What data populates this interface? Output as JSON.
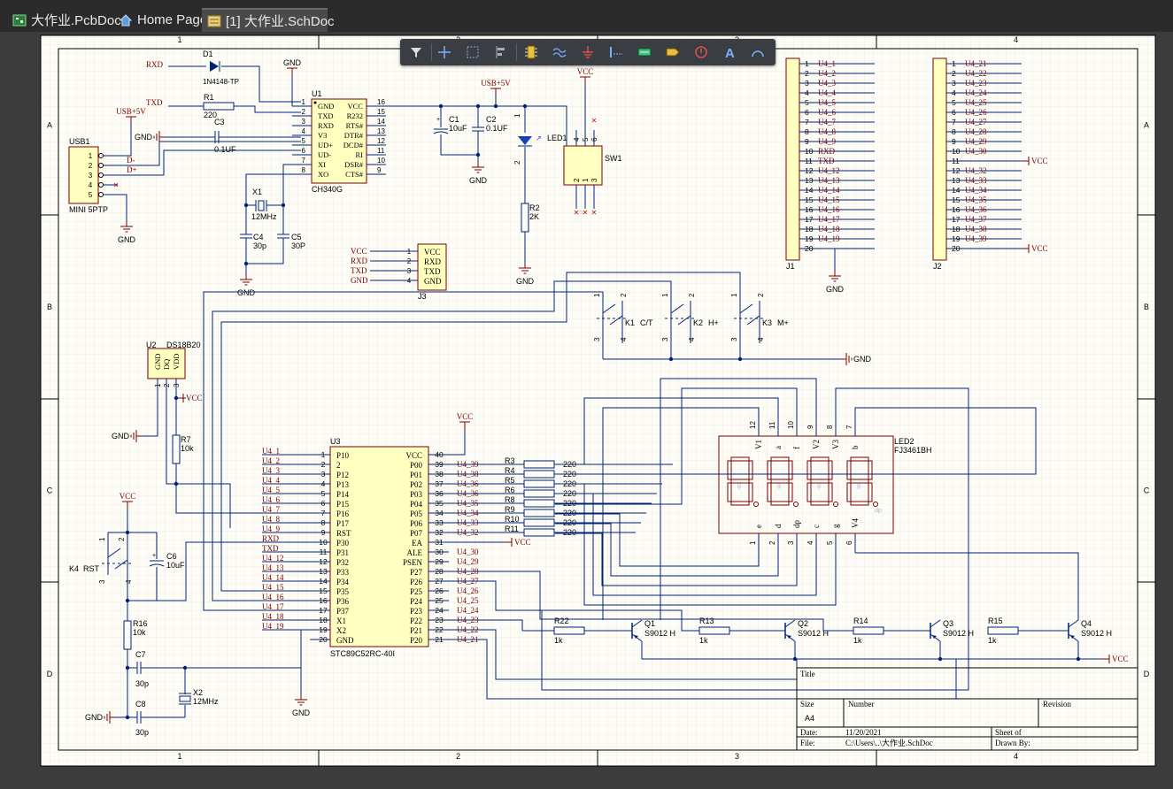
{
  "tabs": [
    {
      "label": "大作业.PcbDoc",
      "icon": "pcb-doc-icon"
    },
    {
      "label": "Home Page",
      "icon": "home-icon"
    },
    {
      "label": "[1] 大作业.SchDoc",
      "icon": "sch-doc-icon"
    }
  ],
  "toolbar": [
    "filter-icon",
    "cross-probe-icon",
    "select-rect-icon",
    "align-icon",
    "place-part-icon",
    "place-wire-icon",
    "power-port-icon",
    "place-bus-icon",
    "place-harness-icon",
    "place-port-icon",
    "place-directive-icon",
    "place-text-icon",
    "place-arc-icon"
  ],
  "zones": {
    "columns": [
      "1",
      "2",
      "3",
      "4"
    ],
    "rows": [
      "A",
      "B",
      "C",
      "D"
    ]
  },
  "colors": {
    "sheet": "#fdfcf6",
    "grid": "#e6e4d8",
    "wire": "#00237a",
    "net": "#7a0000",
    "part_fill": "#ffffc0",
    "part_border": "#7a0000"
  },
  "usb": {
    "designator": "USB1",
    "comment": "MINI 5PTP",
    "pins": [
      "1",
      "2",
      "3",
      "4",
      "5"
    ],
    "nets": [
      "D-",
      "D+"
    ],
    "power": "USB+5V"
  },
  "d1": {
    "designator": "D1",
    "comment": "1N4148-TP"
  },
  "r1": {
    "designator": "R1",
    "value": "220"
  },
  "c3": {
    "designator": "C3",
    "value": "0.1UF"
  },
  "x1": {
    "designator": "X1",
    "value": "12MHz"
  },
  "c4": {
    "designator": "C4",
    "value": "30p"
  },
  "c5": {
    "designator": "C5",
    "value": "30P"
  },
  "u1": {
    "designator": "U1",
    "comment": "CH340G",
    "left": [
      {
        "pin": "1",
        "name": "GND"
      },
      {
        "pin": "2",
        "name": "TXD"
      },
      {
        "pin": "3",
        "name": "RXD"
      },
      {
        "pin": "4",
        "name": "V3"
      },
      {
        "pin": "5",
        "name": "UD+"
      },
      {
        "pin": "6",
        "name": "UD-"
      },
      {
        "pin": "7",
        "name": "XI"
      },
      {
        "pin": "8",
        "name": "XO"
      }
    ],
    "right": [
      {
        "pin": "16",
        "name": "VCC"
      },
      {
        "pin": "15",
        "name": "R232"
      },
      {
        "pin": "14",
        "name": "RTS#"
      },
      {
        "pin": "13",
        "name": "DTR#"
      },
      {
        "pin": "12",
        "name": "DCD#"
      },
      {
        "pin": "11",
        "name": "RI"
      },
      {
        "pin": "10",
        "name": "DSR#"
      },
      {
        "pin": "9",
        "name": "CTS#"
      }
    ]
  },
  "c1": {
    "designator": "C1",
    "value": "10uF"
  },
  "c2": {
    "designator": "C2",
    "value": "0.1UF"
  },
  "led1": {
    "designator": "LED1"
  },
  "r2": {
    "designator": "R2",
    "value": "2K"
  },
  "sw1": {
    "designator": "SW1",
    "pins": [
      "4",
      "5",
      "6",
      "2",
      "1",
      "3"
    ]
  },
  "j3": {
    "designator": "J3",
    "pins": [
      "1",
      "2",
      "3",
      "4"
    ],
    "names": [
      "VCC",
      "RXD",
      "TXD",
      "GND"
    ],
    "nets": [
      "VCC",
      "RXD",
      "TXD",
      "GND"
    ]
  },
  "j1": {
    "designator": "J1",
    "pins": [
      "1",
      "2",
      "3",
      "4",
      "5",
      "6",
      "7",
      "8",
      "9",
      "10",
      "11",
      "12",
      "13",
      "14",
      "15",
      "16",
      "17",
      "18",
      "19",
      "20"
    ],
    "nets": [
      "U4_1",
      "U4_2",
      "U4_3",
      "U4_4",
      "U4_5",
      "U4_6",
      "U4_7",
      "U4_8",
      "U4_9",
      "RXD",
      "TXD",
      "U4_12",
      "U4_13",
      "U4_14",
      "U4_15",
      "U4_16",
      "U4_17",
      "U4_18",
      "U4_19",
      ""
    ]
  },
  "j2": {
    "designator": "J2",
    "pins": [
      "1",
      "2",
      "3",
      "4",
      "5",
      "6",
      "7",
      "8",
      "9",
      "10",
      "11",
      "12",
      "13",
      "14",
      "15",
      "16",
      "17",
      "18",
      "19",
      "20"
    ],
    "nets": [
      "U4_21",
      "U4_22",
      "U4_23",
      "U4_24",
      "U4_25",
      "U4_26",
      "U4_27",
      "U4_28",
      "U4_29",
      "U4_30",
      "",
      "U4_32",
      "U4_33",
      "U4_34",
      "U4_35",
      "U4_36",
      "U4_37",
      "U4_38",
      "U4_39",
      ""
    ]
  },
  "keys": [
    {
      "designator": "K1",
      "label": "C/T",
      "pins": [
        "1",
        "2",
        "3",
        "4"
      ]
    },
    {
      "designator": "K2",
      "label": "H+",
      "pins": [
        "1",
        "2",
        "3",
        "4"
      ]
    },
    {
      "designator": "K3",
      "label": "M+",
      "pins": [
        "1",
        "2",
        "3",
        "4"
      ]
    }
  ],
  "u2": {
    "designator": "U2",
    "comment": "DS18B20",
    "pins": [
      "GND",
      "DQ",
      "VDD"
    ],
    "pin_nums": [
      "1",
      "2",
      "3"
    ]
  },
  "r7": {
    "designator": "R7",
    "value": "10k"
  },
  "k4": {
    "designator": "K4",
    "label": "RST",
    "pins": [
      "1",
      "2",
      "3",
      "4"
    ]
  },
  "c6": {
    "designator": "C6",
    "value": "10uF"
  },
  "r16": {
    "designator": "R16",
    "value": "10k"
  },
  "c7": {
    "designator": "C7",
    "value": "30p"
  },
  "c8": {
    "designator": "C8",
    "value": "30p"
  },
  "x2": {
    "designator": "X2",
    "value": "12MHz"
  },
  "u3": {
    "designator": "U3",
    "comment": "STC89C52RC-40I",
    "left": [
      {
        "pin": "1",
        "name": "P10",
        "net": "U4_1"
      },
      {
        "pin": "2",
        "name": "2",
        "net": "U4_2"
      },
      {
        "pin": "3",
        "name": "P12",
        "net": "U4_3"
      },
      {
        "pin": "4",
        "name": "P13",
        "net": "U4_4"
      },
      {
        "pin": "5",
        "name": "P14",
        "net": "U4_5"
      },
      {
        "pin": "6",
        "name": "P15",
        "net": "U4_6"
      },
      {
        "pin": "7",
        "name": "P16",
        "net": "U4_7"
      },
      {
        "pin": "8",
        "name": "P17",
        "net": "U4_8"
      },
      {
        "pin": "9",
        "name": "RST",
        "net": "U4_9"
      },
      {
        "pin": "10",
        "name": "P30",
        "net": "RXD"
      },
      {
        "pin": "11",
        "name": "P31",
        "net": "TXD"
      },
      {
        "pin": "12",
        "name": "P32",
        "net": "U4_12"
      },
      {
        "pin": "13",
        "name": "P33",
        "net": "U4_13"
      },
      {
        "pin": "14",
        "name": "P34",
        "net": "U4_14"
      },
      {
        "pin": "15",
        "name": "P35",
        "net": "U4_15"
      },
      {
        "pin": "16",
        "name": "P36",
        "net": "U4_16"
      },
      {
        "pin": "17",
        "name": "P37",
        "net": "U4_17"
      },
      {
        "pin": "18",
        "name": "X1",
        "net": "U4_18"
      },
      {
        "pin": "19",
        "name": "X2",
        "net": "U4_19"
      },
      {
        "pin": "20",
        "name": "GND",
        "net": ""
      }
    ],
    "right": [
      {
        "pin": "40",
        "name": "VCC",
        "net": ""
      },
      {
        "pin": "39",
        "name": "P00",
        "net": "U4_39"
      },
      {
        "pin": "38",
        "name": "P01",
        "net": "U4_38"
      },
      {
        "pin": "37",
        "name": "P02",
        "net": "U4_36"
      },
      {
        "pin": "36",
        "name": "P03",
        "net": "U4_36"
      },
      {
        "pin": "35",
        "name": "P04",
        "net": "U4_35"
      },
      {
        "pin": "34",
        "name": "P05",
        "net": "U4_34"
      },
      {
        "pin": "33",
        "name": "P06",
        "net": "U4_33"
      },
      {
        "pin": "32",
        "name": "P07",
        "net": "U4_32"
      },
      {
        "pin": "31",
        "name": "EA",
        "net": ""
      },
      {
        "pin": "30",
        "name": "ALE",
        "net": "U4_30"
      },
      {
        "pin": "29",
        "name": "PSEN",
        "net": "U4_29"
      },
      {
        "pin": "28",
        "name": "P27",
        "net": "U4_28"
      },
      {
        "pin": "27",
        "name": "P26",
        "net": "U4_27"
      },
      {
        "pin": "26",
        "name": "P25",
        "net": "U4_26"
      },
      {
        "pin": "25",
        "name": "P24",
        "net": "U4_25"
      },
      {
        "pin": "24",
        "name": "P23",
        "net": "U4_24"
      },
      {
        "pin": "23",
        "name": "P22",
        "net": "U4_23"
      },
      {
        "pin": "22",
        "name": "P21",
        "net": "U4_22"
      },
      {
        "pin": "21",
        "name": "P20",
        "net": "U4_21"
      }
    ]
  },
  "seg_resistors": [
    {
      "designator": "R3",
      "value": "220"
    },
    {
      "designator": "R4",
      "value": "220"
    },
    {
      "designator": "R5",
      "value": "220"
    },
    {
      "designator": "R6",
      "value": "220"
    },
    {
      "designator": "R8",
      "value": "220"
    },
    {
      "designator": "R9",
      "value": "220"
    },
    {
      "designator": "R10",
      "value": "220"
    },
    {
      "designator": "R11",
      "value": "220"
    }
  ],
  "led2": {
    "designator": "LED2",
    "comment": "FJ3461BH",
    "top_pins": [
      "12",
      "11",
      "10",
      "9",
      "8",
      "7"
    ],
    "top_names": [
      "V1",
      "a",
      "f",
      "V2",
      "V3",
      "b"
    ],
    "bottom_pins": [
      "1",
      "2",
      "3",
      "4",
      "5",
      "6"
    ],
    "bottom_names": [
      "e",
      "d",
      "dp",
      "c",
      "g",
      "V4"
    ],
    "segment_hints": [
      "a",
      "f",
      "b",
      "g",
      "e",
      "c",
      "d",
      "dp"
    ]
  },
  "transistors": [
    {
      "designator": "Q1",
      "comment": "S9012 H",
      "resistor": "R22",
      "r_value": "1k"
    },
    {
      "designator": "Q2",
      "comment": "S9012 H",
      "resistor": "R13",
      "r_value": "1k"
    },
    {
      "designator": "Q3",
      "comment": "S9012 H",
      "resistor": "R14",
      "r_value": "1k"
    },
    {
      "designator": "Q4",
      "comment": "S9012 H",
      "resistor": "R15",
      "r_value": "1k"
    }
  ],
  "power": {
    "gnd": "GND",
    "vcc": "VCC",
    "usb5v": "USB+5V"
  },
  "title_block": {
    "title_label": "Title",
    "size_label": "Size",
    "size_value": "A4",
    "number_label": "Number",
    "revision_label": "Revision",
    "date_label": "Date:",
    "date_value": "11/20/2021",
    "sheet_label": "Sheet  of",
    "file_label": "File:",
    "file_value": "C:\\Users\\..\\大作业.SchDoc",
    "drawn_label": "Drawn By:"
  }
}
